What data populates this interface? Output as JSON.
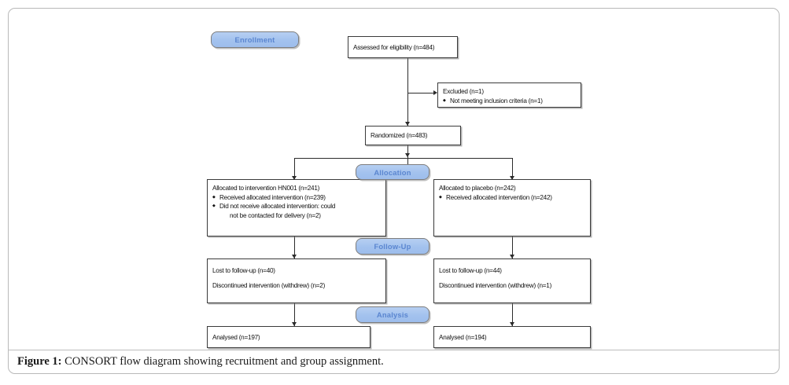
{
  "figure": {
    "caption_lead": "Figure 1:",
    "caption_text": " CONSORT flow diagram showing recruitment and group assignment."
  },
  "stages": {
    "enrollment": "Enrollment",
    "allocation": "Allocation",
    "followup": "Follow-Up",
    "analysis": "Analysis"
  },
  "colors": {
    "badge_fill": "#a3c2ee",
    "badge_text": "#5b86d0",
    "badge_border": "#7d7d7d",
    "box_border": "#3a3a3a",
    "connector": "#2b2b2b",
    "frame_border": "#b9b9b9"
  },
  "nodes": {
    "assessed": {
      "title": "Assessed for eligibility (n=484)"
    },
    "excluded": {
      "title": "Excluded (n=1)",
      "bullets": [
        "Not meeting inclusion criteria (n=1)"
      ]
    },
    "randomized": {
      "title": "Randomized (n=483)"
    },
    "alloc_left": {
      "title": "Allocated to intervention HN001 (n=241)",
      "bullets": [
        "Received allocated intervention (n=239)",
        "Did not receive allocated intervention: could"
      ],
      "continuation": "not be contacted for delivery (n=2)"
    },
    "alloc_right": {
      "title": "Allocated to placebo (n=242)",
      "bullets": [
        "Received allocated intervention (n=242)"
      ]
    },
    "follow_left": {
      "line1": "Lost to follow-up (n=40)",
      "line2": "Discontinued intervention (withdrew) (n=2)"
    },
    "follow_right": {
      "line1": "Lost to follow-up (n=44)",
      "line2": "Discontinued intervention (withdrew) (n=1)"
    },
    "analysis_left": {
      "title": "Analysed (n=197)"
    },
    "analysis_right": {
      "title": "Analysed (n=194)"
    }
  },
  "chart_data": {
    "type": "diagram",
    "title": "CONSORT flow diagram showing recruitment and group assignment.",
    "stages": [
      "Enrollment",
      "Allocation",
      "Follow-Up",
      "Analysis"
    ],
    "flow": [
      {
        "id": "assessed",
        "stage": "Enrollment",
        "label": "Assessed for eligibility",
        "n": 484
      },
      {
        "id": "excluded",
        "stage": "Enrollment",
        "label": "Excluded",
        "n": 1,
        "reasons": [
          {
            "label": "Not meeting inclusion criteria",
            "n": 1
          }
        ]
      },
      {
        "id": "randomized",
        "stage": "Enrollment",
        "label": "Randomized",
        "n": 483
      },
      {
        "id": "alloc_left",
        "stage": "Allocation",
        "arm": "HN001",
        "label": "Allocated to intervention HN001",
        "n": 241,
        "details": [
          {
            "label": "Received allocated intervention",
            "n": 239
          },
          {
            "label": "Did not receive allocated intervention: could not be contacted for delivery",
            "n": 2
          }
        ]
      },
      {
        "id": "alloc_right",
        "stage": "Allocation",
        "arm": "Placebo",
        "label": "Allocated to placebo",
        "n": 242,
        "details": [
          {
            "label": "Received allocated intervention",
            "n": 242
          }
        ]
      },
      {
        "id": "follow_left",
        "stage": "Follow-Up",
        "arm": "HN001",
        "details": [
          {
            "label": "Lost to follow-up",
            "n": 40
          },
          {
            "label": "Discontinued intervention (withdrew)",
            "n": 2
          }
        ]
      },
      {
        "id": "follow_right",
        "stage": "Follow-Up",
        "arm": "Placebo",
        "details": [
          {
            "label": "Lost to follow-up",
            "n": 44
          },
          {
            "label": "Discontinued intervention (withdrew)",
            "n": 1
          }
        ]
      },
      {
        "id": "analysis_left",
        "stage": "Analysis",
        "arm": "HN001",
        "label": "Analysed",
        "n": 197
      },
      {
        "id": "analysis_right",
        "stage": "Analysis",
        "arm": "Placebo",
        "label": "Analysed",
        "n": 194
      }
    ],
    "edges": [
      {
        "from": "assessed",
        "to": "excluded"
      },
      {
        "from": "assessed",
        "to": "randomized"
      },
      {
        "from": "randomized",
        "to": "alloc_left"
      },
      {
        "from": "randomized",
        "to": "alloc_right"
      },
      {
        "from": "alloc_left",
        "to": "follow_left"
      },
      {
        "from": "alloc_right",
        "to": "follow_right"
      },
      {
        "from": "follow_left",
        "to": "analysis_left"
      },
      {
        "from": "follow_right",
        "to": "analysis_right"
      }
    ]
  }
}
